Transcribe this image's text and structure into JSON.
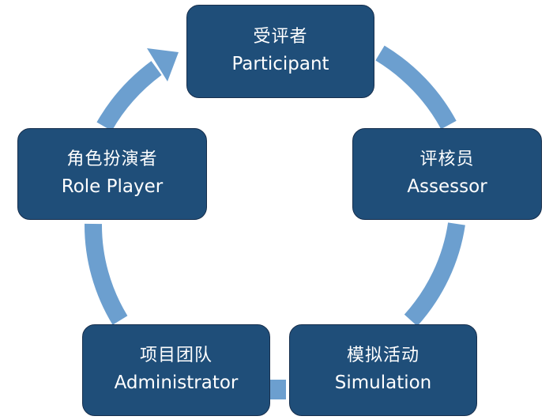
{
  "colors": {
    "node_fill": "#1f4e79",
    "arrow": "#6c9fcf",
    "text": "#ffffff"
  },
  "nodes": [
    {
      "id": "participant",
      "zh": "受评者",
      "en": "Participant"
    },
    {
      "id": "assessor",
      "zh": "评核员",
      "en": "Assessor"
    },
    {
      "id": "simulation",
      "zh": "模拟活动",
      "en": "Simulation"
    },
    {
      "id": "administrator",
      "zh": "项目团队",
      "en": "Administrator"
    },
    {
      "id": "roleplayer",
      "zh": "角色扮演者",
      "en": "Role Player"
    }
  ]
}
